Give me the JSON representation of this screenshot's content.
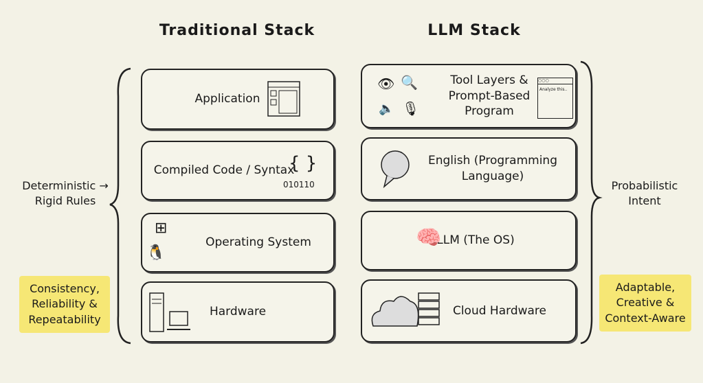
{
  "titles": {
    "traditional": "Traditional Stack",
    "llm": "LLM Stack"
  },
  "traditional": [
    {
      "label": "Application"
    },
    {
      "label": "Compiled Code / Syntax",
      "sub": "010110"
    },
    {
      "label": "Operating System"
    },
    {
      "label": "Hardware"
    }
  ],
  "llm": [
    {
      "label": "Tool Layers & Prompt-Based Program",
      "window_text": "Analyze this.."
    },
    {
      "label": "English (Programming Language)"
    },
    {
      "label": "LLM (The OS)"
    },
    {
      "label": "Cloud Hardware"
    }
  ],
  "left": {
    "top": "Deterministic → Rigid Rules",
    "highlight": "Consistency, Reliability & Repeatability"
  },
  "right": {
    "top": "Probabilistic Intent",
    "highlight": "Adaptable, Creative & Context-Aware"
  },
  "colors": {
    "highlight": "#f6e775",
    "background": "#f3f2e6"
  }
}
